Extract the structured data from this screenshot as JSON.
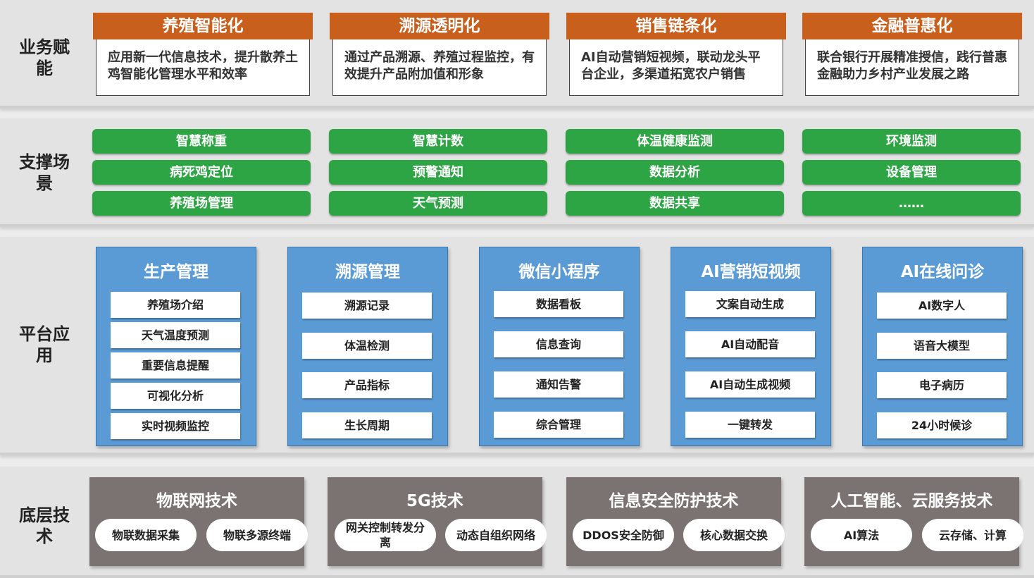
{
  "rows": [
    {
      "label": "业务赋能"
    },
    {
      "label": "支撑场景"
    },
    {
      "label": "平台应用"
    },
    {
      "label": "底层技术"
    }
  ],
  "business": [
    {
      "title": "养殖智能化",
      "desc": "应用新一代信息技术，提升散养土鸡智能化管理水平和效率"
    },
    {
      "title": "溯源透明化",
      "desc": "通过产品溯源、养殖过程监控，有效提升产品附加值和形象"
    },
    {
      "title": "销售链条化",
      "desc": "AI自动营销短视频，联动龙头平台企业，多渠道拓宽农户销售"
    },
    {
      "title": "金融普惠化",
      "desc": "联合银行开展精准授信，践行普惠金融助力乡村产业发展之路"
    }
  ],
  "scenes": [
    [
      "智慧称重",
      "病死鸡定位",
      "养殖场管理"
    ],
    [
      "智慧计数",
      "预警通知",
      "天气预测"
    ],
    [
      "体温健康监测",
      "数据分析",
      "数据共享"
    ],
    [
      "环境监测",
      "设备管理",
      "……"
    ]
  ],
  "apps": [
    {
      "title": "生产管理",
      "items": [
        "养殖场介绍",
        "天气温度预测",
        "重要信息提醒",
        "可视化分析",
        "实时视频监控"
      ]
    },
    {
      "title": "溯源管理",
      "items": [
        "溯源记录",
        "体温检测",
        "产品指标",
        "生长周期"
      ]
    },
    {
      "title": "微信小程序",
      "items": [
        "数据看板",
        "信息查询",
        "通知告警",
        "综合管理"
      ]
    },
    {
      "title": "AI营销短视频",
      "items": [
        "文案自动生成",
        "AI自动配音",
        "AI自动生成视频",
        "一键转发"
      ]
    },
    {
      "title": "AI在线问诊",
      "items": [
        "AI数字人",
        "语音大模型",
        "电子病历",
        "24小时候诊"
      ]
    }
  ],
  "tech": [
    {
      "title": "物联网技术",
      "items": [
        "物联数据采集",
        "物联多源终端"
      ]
    },
    {
      "title": "5G技术",
      "items": [
        "网关控制转发分离",
        "动态自组织网络"
      ]
    },
    {
      "title": "信息安全防护技术",
      "items": [
        "DDOS安全防御",
        "核心数据交换"
      ]
    },
    {
      "title": "人工智能、云服务技术",
      "items": [
        "AI算法",
        "云存储、计算"
      ]
    }
  ],
  "colors": {
    "orange": "#c95f1d",
    "green": "#2ea545",
    "blue": "#5b9bd5",
    "gray": "#7b7371"
  }
}
